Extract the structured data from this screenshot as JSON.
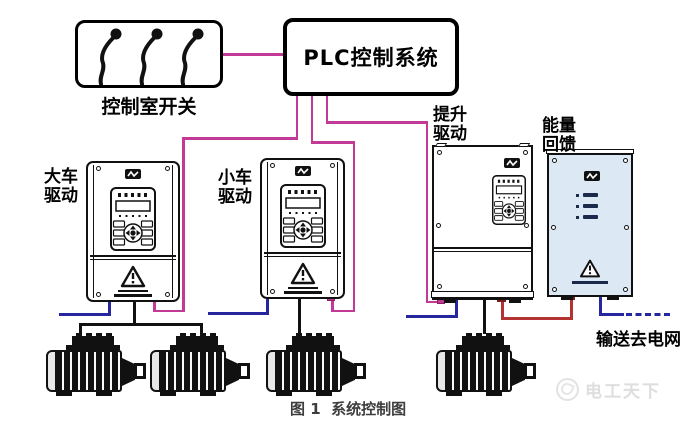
{
  "colors": {
    "control_wire": "#c23a96",
    "power_wire": "#26269e",
    "motor_wire": "#111111",
    "dc_bus_wire": "#b33333",
    "grid_wire_dashed": "#26269e",
    "feedback_panel_fill": "#dce9f5"
  },
  "control_room": {
    "label": "控制室开关"
  },
  "plc": {
    "label": "PLC控制系统"
  },
  "drives": [
    {
      "label_line1": "大车",
      "label_line2": "驱动"
    },
    {
      "label_line1": "小车",
      "label_line2": "驱动"
    },
    {
      "label_line1": "提升",
      "label_line2": "驱动"
    }
  ],
  "feedback_unit": {
    "label_line1": "能量",
    "label_line2": "回馈"
  },
  "grid_output": {
    "label": "输送去电网"
  },
  "caption": "图 1  系统控制图",
  "watermark": {
    "label": "电工天下"
  }
}
